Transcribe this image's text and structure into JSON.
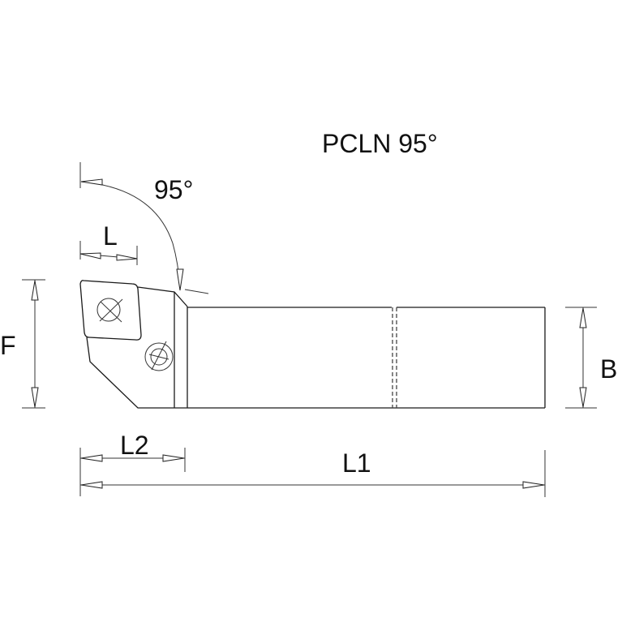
{
  "title": "PCLN 95°",
  "labels": {
    "angle": "95°",
    "insert_length": "L",
    "height_f": "F",
    "width_b": "B",
    "head_length": "L2",
    "total_length": "L1"
  },
  "colors": {
    "line": "#1a1a1a",
    "background": "#ffffff"
  }
}
